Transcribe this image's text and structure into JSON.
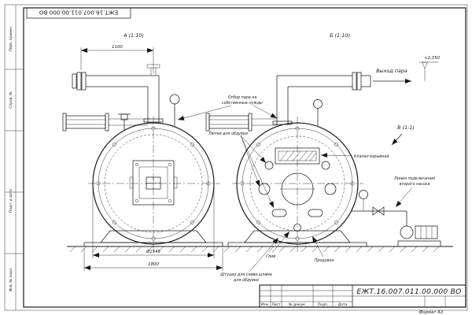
{
  "stamp": {
    "doc_number_top": "ЕЖТ.16.007.011.00.000 ВО"
  },
  "views": {
    "a_label": "А (1:10)",
    "b_label": "Б (1:10)",
    "v_label": "В (1:1)"
  },
  "annotations": {
    "steam_out": "Выход пара",
    "elevation": "+2,350",
    "steam_tap_line1": "Отбор пара на",
    "steam_tap_line2": "собственные нужды",
    "hatches": "Лючки для обдувки",
    "explosion_valve": "Клапан взрывной",
    "pump_line1": "Линия подключения",
    "pump_line2": "второго насоса",
    "drain": "Слив",
    "blowdown": "Продувка",
    "sludge_line1": "Штуцер для слива шлама",
    "sludge_line2": "для обдувки"
  },
  "dimensions": {
    "pipe_length": "1100",
    "vessel_diameter": "Ø1545",
    "base_width": "1800"
  },
  "margin": {
    "labels": [
      "Перв. примен.",
      "Справ. №",
      "Подп. и дата",
      "Инв. № подл."
    ]
  },
  "title_block": {
    "doc_number": "ЕЖТ.16.007.011.00.000 ВО",
    "format": "Формат А3",
    "header_cols": [
      "Изм.",
      "Лист",
      "№ докум.",
      "Подп.",
      "Дата"
    ]
  }
}
